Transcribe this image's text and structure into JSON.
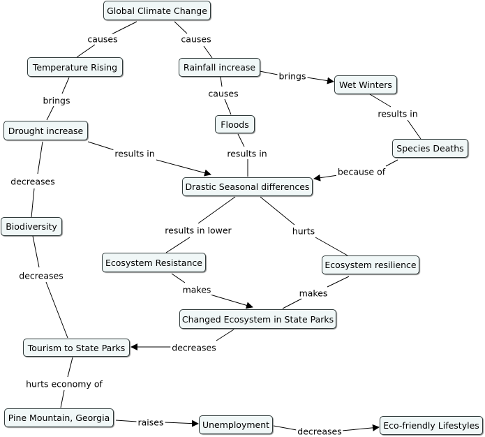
{
  "concepts": {
    "global_climate_change": "Global Climate Change",
    "temperature_rising": "Temperature Rising",
    "rainfall_increase": "Rainfall increase",
    "wet_winters": "Wet Winters",
    "drought_increase": "Drought increase",
    "floods": "Floods",
    "species_deaths": "Species Deaths",
    "drastic_seasonal_differences": "Drastic Seasonal differences",
    "biodiversity": "Biodiversity",
    "ecosystem_resistance": "Ecosystem Resistance",
    "ecosystem_resilience": "Ecosystem resilience",
    "changed_ecosystem": "Changed Ecosystem in State Parks",
    "tourism": "Tourism to State Parks",
    "pine_mountain": "Pine Mountain, Georgia",
    "unemployment": "Unemployment",
    "eco_friendly": "Eco-friendly Lifestyles"
  },
  "links": {
    "causes_temp": "causes",
    "causes_rain": "causes",
    "brings_wet": "brings",
    "causes_floods": "causes",
    "brings_drought": "brings",
    "results_in_species": "results in",
    "results_in_drought": "results in",
    "results_in_floods": "results in",
    "because_of": "because of",
    "decreases_biodiversity": "decreases",
    "results_in_lower": "results in lower",
    "hurts": "hurts",
    "makes_resistance": "makes",
    "makes_resilience": "makes",
    "decreases_tourism_bio": "decreases",
    "decreases_tourism_changed": "decreases",
    "hurts_economy": "hurts economy of",
    "raises": "raises",
    "decreases_eco": "decreases"
  },
  "colors": {
    "node_fill": "#f0f7f7",
    "node_border": "#2f3a3a",
    "line": "#000000"
  }
}
